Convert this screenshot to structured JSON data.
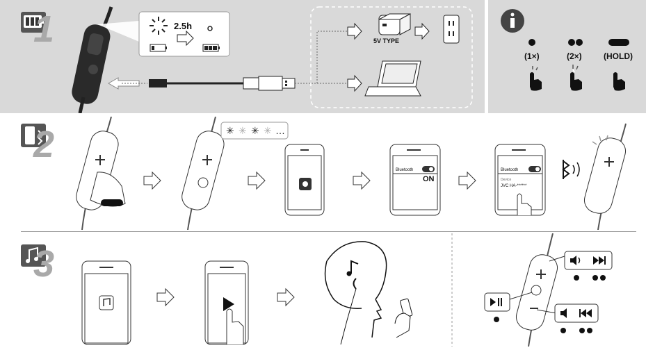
{
  "step1": {
    "number": "1",
    "charge_time": "2.5h",
    "adapter_label": "5V TYPE"
  },
  "info": {
    "press_once_label": "(1×)",
    "press_twice_label": "(2×)",
    "hold_label": "(HOLD)"
  },
  "step2": {
    "number": "2",
    "setting_label": "Bluetooth",
    "on_label": "ON",
    "list_title": "Bluetooth",
    "device_header": "Device",
    "device_name": "JVC HA-******"
  },
  "step3": {
    "number": "3"
  },
  "colors": {
    "panel_gray": "#d9d9d9",
    "dark": "#2b2b2b",
    "badge_gray": "#6f6f6f"
  }
}
